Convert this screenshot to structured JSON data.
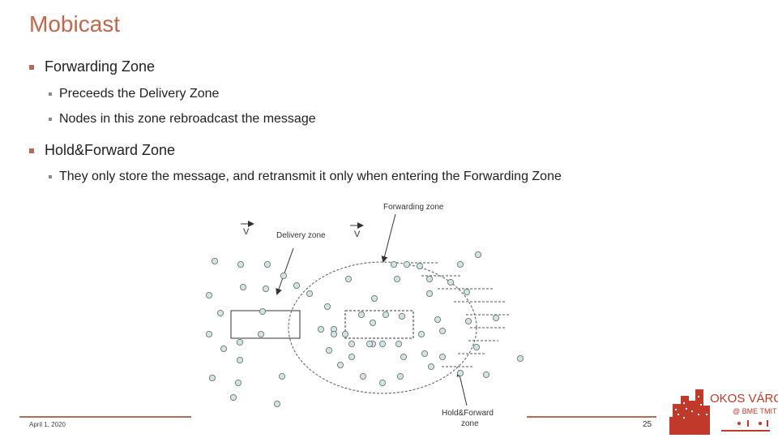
{
  "slide": {
    "title": "Mobicast",
    "bullets": [
      {
        "text": "Forwarding Zone",
        "sub": [
          "Preceeds the Delivery Zone",
          "Nodes in this zone rebroadcast the message"
        ]
      },
      {
        "text": "Hold&Forward Zone",
        "sub": [
          "They only store the message, and retransmit it only when entering the Forwarding Zone"
        ]
      }
    ]
  },
  "diagram": {
    "forwarding_label": "Forwarding zone",
    "delivery_label": "Delivery zone",
    "hold_label_1": "Hold&Forward",
    "hold_label_2": "zone",
    "v_left": "V",
    "v_right": "V"
  },
  "footer": {
    "date": "April 1, 2020",
    "page": "25"
  },
  "logo": {
    "line1": "OKOS VÁROS",
    "line2": "@ BME TMIT",
    "colors": {
      "red": "#c0392b"
    }
  }
}
